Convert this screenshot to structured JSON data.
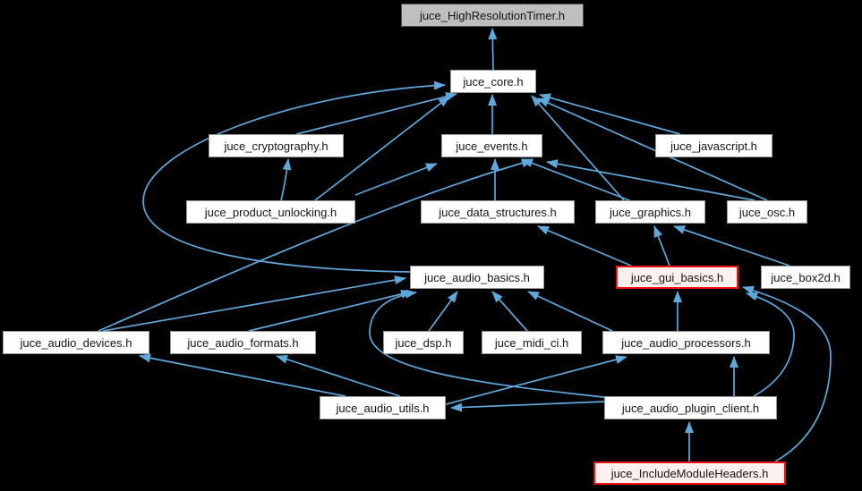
{
  "diagram": {
    "type": "include-dependency-graph",
    "colors": {
      "background": "#000000",
      "edge": "#5fa8dc",
      "node_fill": "#ffffff",
      "node_border": "#9b9b9b",
      "current_node_fill": "#bfbfbf",
      "current_node_border": "#4f4f4f",
      "highlight_node_fill": "#fff0f0",
      "highlight_node_border": "#ee1111",
      "text": "#141414"
    },
    "nodes": [
      {
        "id": "hrt",
        "label": "juce_HighResolutionTimer.h",
        "style": "current"
      },
      {
        "id": "core",
        "label": "juce_core.h",
        "style": "normal"
      },
      {
        "id": "cryptography",
        "label": "juce_cryptography.h",
        "style": "normal"
      },
      {
        "id": "events",
        "label": "juce_events.h",
        "style": "normal"
      },
      {
        "id": "javascript",
        "label": "juce_javascript.h",
        "style": "normal"
      },
      {
        "id": "product_unlocking",
        "label": "juce_product_unlocking.h",
        "style": "normal"
      },
      {
        "id": "data_structures",
        "label": "juce_data_structures.h",
        "style": "normal"
      },
      {
        "id": "graphics",
        "label": "juce_graphics.h",
        "style": "normal"
      },
      {
        "id": "osc",
        "label": "juce_osc.h",
        "style": "normal"
      },
      {
        "id": "audio_basics",
        "label": "juce_audio_basics.h",
        "style": "normal"
      },
      {
        "id": "gui_basics",
        "label": "juce_gui_basics.h",
        "style": "highlight"
      },
      {
        "id": "box2d",
        "label": "juce_box2d.h",
        "style": "normal"
      },
      {
        "id": "audio_devices",
        "label": "juce_audio_devices.h",
        "style": "normal"
      },
      {
        "id": "audio_formats",
        "label": "juce_audio_formats.h",
        "style": "normal"
      },
      {
        "id": "dsp",
        "label": "juce_dsp.h",
        "style": "normal"
      },
      {
        "id": "midi_ci",
        "label": "juce_midi_ci.h",
        "style": "normal"
      },
      {
        "id": "audio_processors",
        "label": "juce_audio_processors.h",
        "style": "normal"
      },
      {
        "id": "audio_utils",
        "label": "juce_audio_utils.h",
        "style": "normal"
      },
      {
        "id": "plugin_client",
        "label": "juce_audio_plugin_client.h",
        "style": "normal"
      },
      {
        "id": "include_module_headers",
        "label": "juce_IncludeModuleHeaders.h",
        "style": "highlight"
      }
    ],
    "edges": [
      {
        "from": "core",
        "to": "hrt"
      },
      {
        "from": "cryptography",
        "to": "core"
      },
      {
        "from": "events",
        "to": "core"
      },
      {
        "from": "javascript",
        "to": "core"
      },
      {
        "from": "product_unlocking",
        "to": "cryptography"
      },
      {
        "from": "product_unlocking",
        "to": "core"
      },
      {
        "from": "product_unlocking",
        "to": "events"
      },
      {
        "from": "data_structures",
        "to": "events"
      },
      {
        "from": "graphics",
        "to": "core"
      },
      {
        "from": "graphics",
        "to": "events"
      },
      {
        "from": "osc",
        "to": "events"
      },
      {
        "from": "osc",
        "to": "core"
      },
      {
        "from": "audio_basics",
        "to": "core"
      },
      {
        "from": "gui_basics",
        "to": "graphics"
      },
      {
        "from": "gui_basics",
        "to": "data_structures"
      },
      {
        "from": "box2d",
        "to": "graphics"
      },
      {
        "from": "audio_devices",
        "to": "audio_basics"
      },
      {
        "from": "audio_devices",
        "to": "events"
      },
      {
        "from": "audio_formats",
        "to": "audio_basics"
      },
      {
        "from": "dsp",
        "to": "audio_basics"
      },
      {
        "from": "midi_ci",
        "to": "audio_basics"
      },
      {
        "from": "audio_processors",
        "to": "audio_basics"
      },
      {
        "from": "audio_processors",
        "to": "gui_basics"
      },
      {
        "from": "audio_utils",
        "to": "audio_devices"
      },
      {
        "from": "audio_utils",
        "to": "audio_formats"
      },
      {
        "from": "audio_utils",
        "to": "audio_processors"
      },
      {
        "from": "plugin_client",
        "to": "audio_processors"
      },
      {
        "from": "plugin_client",
        "to": "audio_utils"
      },
      {
        "from": "plugin_client",
        "to": "audio_basics"
      },
      {
        "from": "plugin_client",
        "to": "gui_basics"
      },
      {
        "from": "include_module_headers",
        "to": "plugin_client"
      },
      {
        "from": "include_module_headers",
        "to": "gui_basics"
      }
    ]
  }
}
